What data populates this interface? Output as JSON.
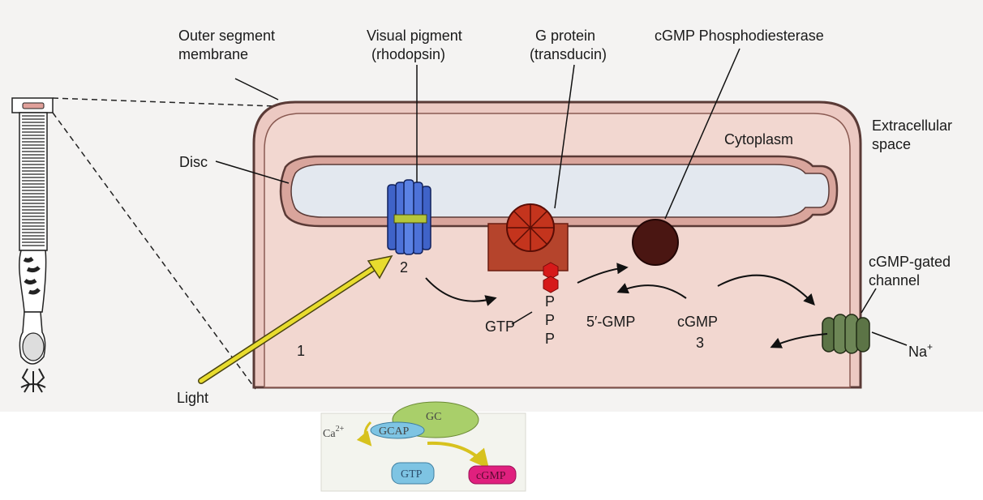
{
  "labels": {
    "outer_segment_membrane": [
      "Outer segment",
      "membrane"
    ],
    "visual_pigment": [
      "Visual pigment",
      "(rhodopsin)"
    ],
    "g_protein": [
      "G protein",
      "(transducin)"
    ],
    "pde": "cGMP Phosphodiesterase",
    "cytoplasm": "Cytoplasm",
    "extracellular_space": [
      "Extracellular",
      "space"
    ],
    "disc": "Disc",
    "channel": [
      "cGMP-gated",
      "channel"
    ],
    "light": "Light",
    "gtp": "GTP",
    "ppp": [
      "P",
      "P",
      "P"
    ],
    "five_gmp": "5′-GMP",
    "cgmp": "cGMP",
    "na": "Na",
    "na_sup": "+",
    "step1": "1",
    "step2": "2",
    "step3": "3"
  },
  "inset": {
    "ca": "Ca",
    "ca_sup": "2+",
    "gc": "GC",
    "gcap": "GCAP",
    "gtp": "GTP",
    "cgmp": "cGMP"
  },
  "colors": {
    "cell_fill": "#ecc9c2",
    "cell_border": "#5a3a36",
    "disc_lumen": "#e3e8ef",
    "rhodopsin": "#3f63c8",
    "transducin_box": "#b5442c",
    "transducin_circle": "#c4341d",
    "pde": "#4a1612",
    "gtp_red": "#d61a1a",
    "light_arrow": "#e8dc2e",
    "channel": "#5c7446"
  }
}
